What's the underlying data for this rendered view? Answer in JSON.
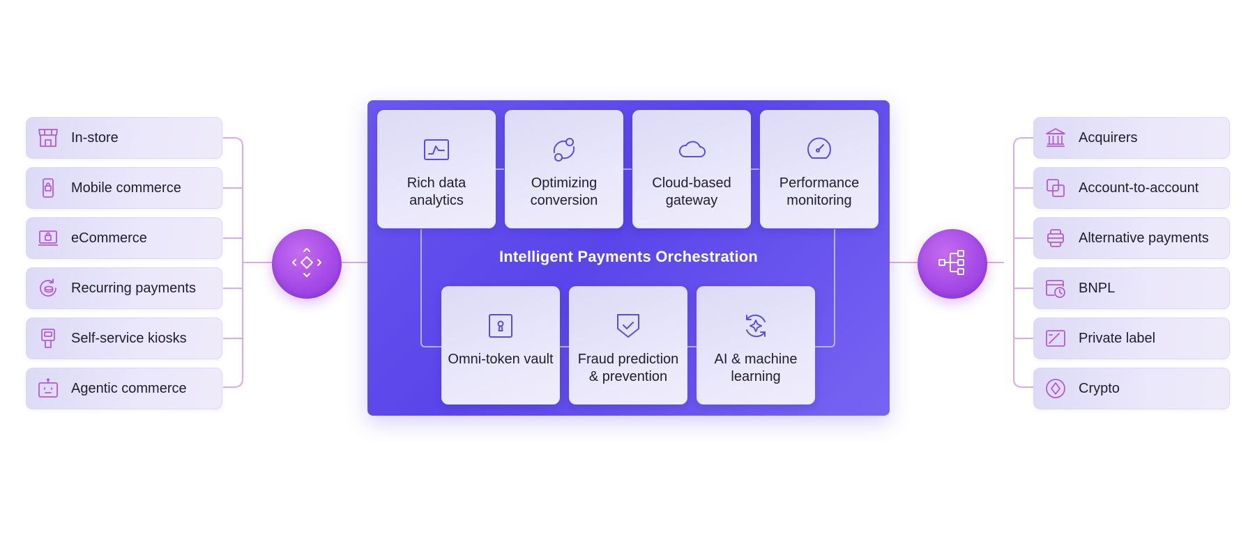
{
  "channels": [
    {
      "label": "In-store",
      "icon": "storefront-icon"
    },
    {
      "label": "Mobile commerce",
      "icon": "mobile-bag-icon"
    },
    {
      "label": "eCommerce",
      "icon": "laptop-bag-icon"
    },
    {
      "label": "Recurring payments",
      "icon": "recurring-coin-icon"
    },
    {
      "label": "Self-service kiosks",
      "icon": "kiosk-icon"
    },
    {
      "label": "Agentic commerce",
      "icon": "robot-icon"
    }
  ],
  "core": {
    "title": "Intelligent Payments Orchestration",
    "top_cards": [
      {
        "label": "Rich data analytics",
        "icon": "analytics-chart-icon"
      },
      {
        "label": "Optimizing conversion",
        "icon": "conversion-cycle-icon"
      },
      {
        "label": "Cloud-based gateway",
        "icon": "cloud-icon"
      },
      {
        "label": "Performance monitoring",
        "icon": "gauge-icon"
      }
    ],
    "bottom_cards": [
      {
        "label": "Omni-token vault",
        "icon": "vault-keyhole-icon"
      },
      {
        "label": "Fraud prediction & prevention",
        "icon": "shield-check-icon"
      },
      {
        "label": "AI & machine learning",
        "icon": "ai-sparkle-cycle-icon"
      }
    ]
  },
  "providers": [
    {
      "label": "Acquirers",
      "icon": "bank-icon"
    },
    {
      "label": "Account-to-account",
      "icon": "account-transfer-icon"
    },
    {
      "label": "Alternative payments",
      "icon": "wallet-icon"
    },
    {
      "label": "BNPL",
      "icon": "calendar-clock-icon"
    },
    {
      "label": "Private label",
      "icon": "private-label-card-icon"
    },
    {
      "label": "Crypto",
      "icon": "crypto-coin-icon"
    }
  ],
  "hubs": {
    "left_icon": "routing-diamond-icon",
    "right_icon": "hierarchy-network-icon"
  },
  "colors": {
    "accent": "#5a45ea",
    "hub": "#a54ae6",
    "wire": "#d9a9ef",
    "icon_purple": "#b359d8",
    "icon_indigo": "#5b4be6"
  }
}
